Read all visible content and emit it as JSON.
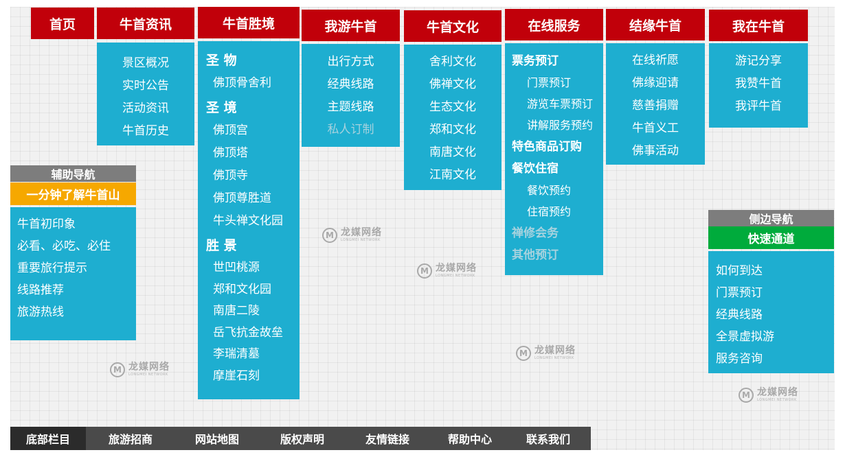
{
  "nav": {
    "tabs": [
      {
        "label": "首页"
      },
      {
        "label": "牛首资讯"
      },
      {
        "label": "牛首胜境"
      },
      {
        "label": "我游牛首"
      },
      {
        "label": "牛首文化"
      },
      {
        "label": "在线服务"
      },
      {
        "label": "结缘牛首"
      },
      {
        "label": "我在牛首"
      }
    ]
  },
  "menus": {
    "info": [
      "景区概况",
      "实时公告",
      "活动资讯",
      "牛首历史"
    ],
    "scenic": {
      "group1": {
        "title": "圣 物",
        "items": [
          "佛顶骨舍利"
        ]
      },
      "group2": {
        "title": "圣 境",
        "items": [
          "佛顶宫",
          "佛顶塔",
          "佛顶寺",
          "佛顶尊胜道",
          "牛头禅文化园"
        ]
      },
      "group3": {
        "title": "胜 景",
        "items": [
          "世凹桃源",
          "郑和文化园",
          "南唐二陵",
          "岳飞抗金故垒",
          "李瑞清墓",
          "摩崖石刻"
        ]
      }
    },
    "travel": [
      "出行方式",
      "经典线路",
      "主题线路",
      "私人订制"
    ],
    "culture": [
      "舍利文化",
      "佛禅文化",
      "生态文化",
      "郑和文化",
      "南唐文化",
      "江南文化"
    ],
    "service": {
      "tickets": {
        "title": "票务预订",
        "items": [
          "门票预订",
          "游览车票预订",
          "讲解服务预约"
        ]
      },
      "goods": "特色商品订购",
      "dining": {
        "title": "餐饮住宿",
        "items": [
          "餐饮预约",
          "住宿预约"
        ]
      },
      "meeting": "禅修会务",
      "other": "其他预订"
    },
    "karma": [
      "在线祈愿",
      "佛缘迎请",
      "慈善捐赠",
      "牛首义工",
      "佛事活动"
    ],
    "me": [
      "游记分享",
      "我赞牛首",
      "我评牛首"
    ]
  },
  "aux": {
    "title": "辅助导航",
    "highlight": "一分钟了解牛首山",
    "items": [
      "牛首初印象",
      "必看、必吃、必住",
      "重要旅行提示",
      "线路推荐",
      "旅游热线"
    ]
  },
  "side": {
    "title": "侧边导航",
    "highlight": "快速通道",
    "items": [
      "如何到达",
      "门票预订",
      "经典线路",
      "全景虚拟游",
      "服务咨询"
    ]
  },
  "footer": {
    "items": [
      "底部栏目",
      "旅游招商",
      "网站地图",
      "版权声明",
      "友情链接",
      "帮助中心",
      "联系我们"
    ]
  },
  "watermark": {
    "name": "龙媒网络",
    "sub": "LONGMEI NETWORK"
  },
  "colors": {
    "nav_red": "#c1000a",
    "panel_blue": "#1eaed0",
    "aux_yellow": "#f6a800",
    "side_green": "#00ab3c",
    "label_gray": "#7d7d7d",
    "footer_dark": "#4a4a4a"
  }
}
